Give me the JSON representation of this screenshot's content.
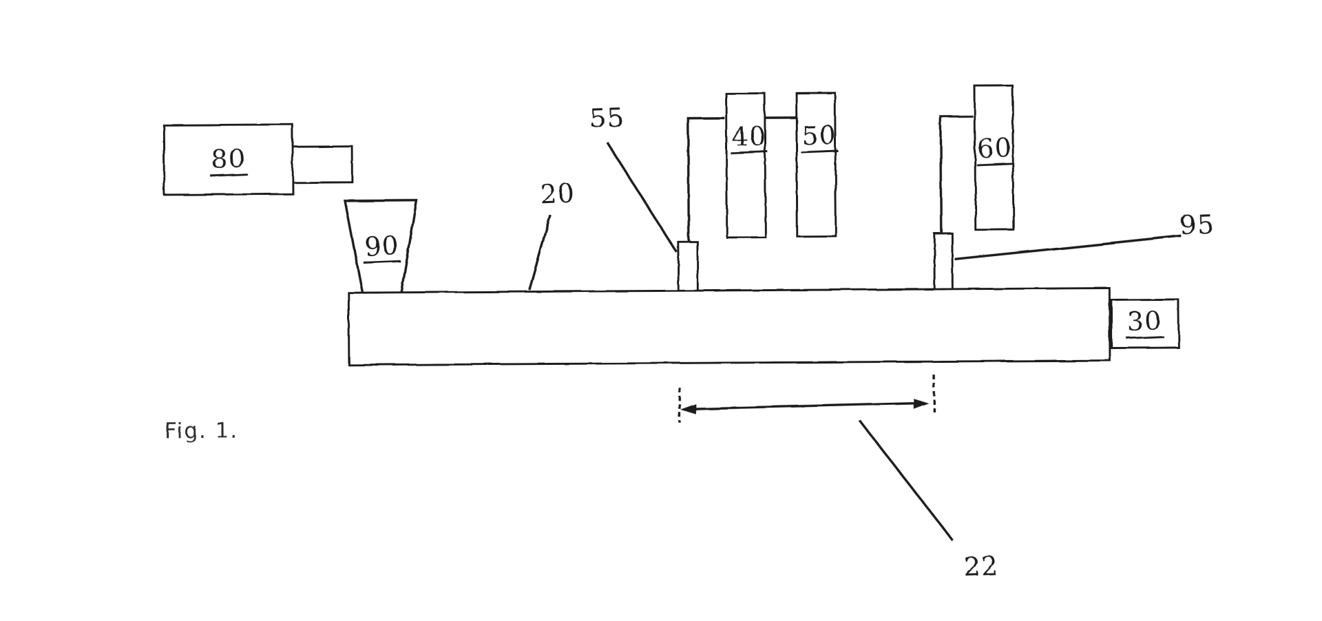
{
  "figure": {
    "caption": "Fig. 1.",
    "background": "#ffffff",
    "ink_color": "#1c1c1c"
  },
  "references": {
    "r80": {
      "label": "80",
      "underlined": true,
      "part": "rectangle-with-side-tab-top-left"
    },
    "r90": {
      "label": "90",
      "underlined": true,
      "part": "trapezoid-hopper-on-bar"
    },
    "r20": {
      "label": "20",
      "underlined": false,
      "part": "long-horizontal-bar",
      "pointer": "leader-line"
    },
    "r55": {
      "label": "55",
      "underlined": false,
      "part": "small-box-on-bar-left",
      "pointer": "leader-line"
    },
    "r40": {
      "label": "40",
      "underlined": true,
      "part": "tall-rectangle-pair-left"
    },
    "r50": {
      "label": "50",
      "underlined": true,
      "part": "tall-rectangle-pair-right"
    },
    "r60": {
      "label": "60",
      "underlined": true,
      "part": "tall-rectangle-right-group"
    },
    "r95": {
      "label": "95",
      "underlined": false,
      "part": "small-box-on-bar-right",
      "pointer": "leader-line"
    },
    "r30": {
      "label": "30",
      "underlined": true,
      "part": "small-rectangle-at-right-end-of-bar"
    },
    "r22": {
      "label": "22",
      "underlined": false,
      "part": "dimension-span-between-small-boxes",
      "pointer": "leader-line-to-double-headed-arrow"
    }
  }
}
